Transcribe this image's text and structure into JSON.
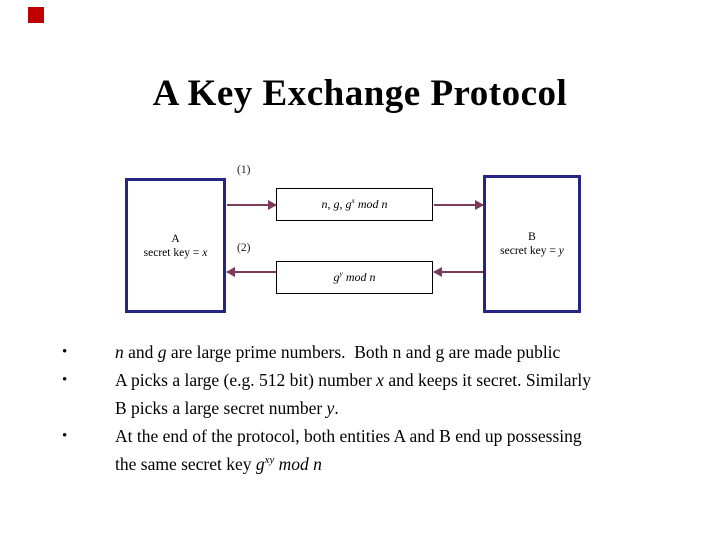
{
  "title": "A Key Exchange Protocol",
  "colors": {
    "entity_box_border": "#252586",
    "arrow": "#7e3a5c",
    "logo": "#c00000",
    "background": "#ffffff",
    "text": "#000000"
  },
  "diagram": {
    "entity_a": {
      "name": "A",
      "key_line": [
        {
          "t": "secret key = "
        },
        {
          "t": "x",
          "i": true
        }
      ]
    },
    "entity_b": {
      "name": "B",
      "key_line": [
        {
          "t": "secret key = "
        },
        {
          "t": "y",
          "i": true
        }
      ]
    },
    "step1_label": "(1)",
    "step2_label": "(2)",
    "message1": [
      {
        "t": "n, g, g",
        "i": true
      },
      {
        "t": "x",
        "i": true,
        "sup": true
      },
      {
        "t": " mod n",
        "i": true
      }
    ],
    "message2": [
      {
        "t": "g",
        "i": true
      },
      {
        "t": "y",
        "i": true,
        "sup": true
      },
      {
        "t": " mod n",
        "i": true
      }
    ]
  },
  "bullets": {
    "marker": "•",
    "items": [
      [
        {
          "t": "n",
          "i": true
        },
        {
          "t": " and "
        },
        {
          "t": "g",
          "i": true
        },
        {
          "t": " are large prime numbers.  Both n and g are made public"
        }
      ],
      [
        {
          "t": "A picks a large (e.g. 512 bit) number "
        },
        {
          "t": "x",
          "i": true
        },
        {
          "t": " and keeps it secret. Similarly"
        },
        {
          "br": true
        },
        {
          "t": "B picks a large secret number "
        },
        {
          "t": "y",
          "i": true
        },
        {
          "t": "."
        }
      ],
      [
        {
          "t": "At the end of the protocol, both entities A and B end up possessing"
        },
        {
          "br": true
        },
        {
          "t": "the same secret key "
        },
        {
          "t": "g",
          "i": true
        },
        {
          "t": "xy",
          "i": true,
          "sup": true
        },
        {
          "t": " mod n",
          "i": true
        }
      ]
    ]
  }
}
